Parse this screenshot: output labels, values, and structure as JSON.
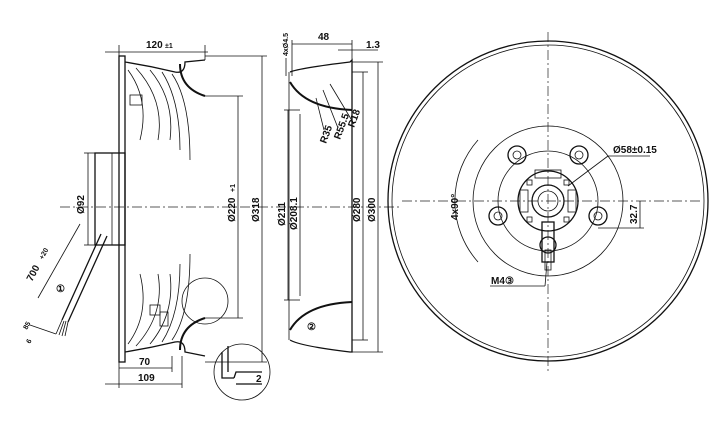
{
  "side_view": {
    "width_overall": "120",
    "width_overall_tol": "±1",
    "hub_diameter": "Ø92",
    "inlet_diameter": "Ø220",
    "inlet_diameter_tol": "+1",
    "outer_diameter": "Ø318",
    "cable_length": "700",
    "cable_length_tol": "+20",
    "strip_length": "85",
    "wire_end": "6",
    "callout_cable": "①",
    "depth_front": "70",
    "depth_total": "109",
    "detail_gap": "2"
  },
  "inlet_ring": {
    "bolt_holes": "4xØ4.5",
    "depth": "48",
    "flange_thickness": "1.3",
    "radius_1": "R18",
    "radius_2": "R55.5",
    "radius_3": "R35",
    "inner_diameter_1": "Ø211",
    "inner_diameter_2": "Ø208.1",
    "diameter_280": "Ø280",
    "diameter_300": "Ø300",
    "callout_ring": "②"
  },
  "front_view": {
    "hub_diameter": "Ø58±0.15",
    "angle": "4x90°",
    "offset": "32.7",
    "thread": "M4",
    "callout_thread": "③"
  }
}
